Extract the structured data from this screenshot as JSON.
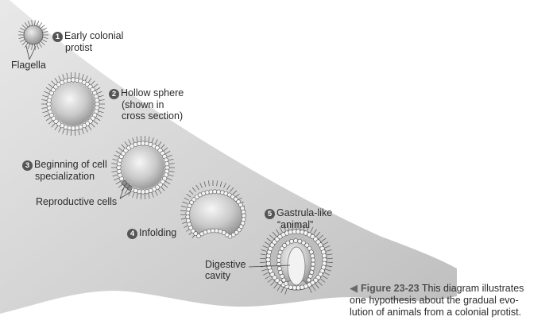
{
  "stages": [
    {
      "number": "1",
      "label_lines": [
        "Early colonial",
        "protist"
      ]
    },
    {
      "number": "2",
      "label_lines": [
        "Hollow sphere",
        "(shown in",
        "cross section)"
      ]
    },
    {
      "number": "3",
      "label_lines": [
        "Beginning of cell",
        "specialization"
      ]
    },
    {
      "number": "4",
      "label_lines": [
        "Infolding"
      ]
    },
    {
      "number": "5",
      "label_lines": [
        "Gastrula-like",
        "“animal”"
      ]
    }
  ],
  "labels": {
    "flagella": "Flagella",
    "reproductive_cells": "Reproductive cells",
    "digestive_cavity_lines": [
      "Digestive",
      "cavity"
    ]
  },
  "caption": {
    "figure_label": "Figure 23-23",
    "lines": [
      "This diagram illustrates",
      "one hypothesis about the gradual evo-",
      "lution of animals from a colonial protist."
    ]
  },
  "colors": {
    "background_shade": "#d3d3d3",
    "sphere_light": "#f4f4f4",
    "sphere_dark": "#8f8f8f",
    "cell_stroke": "#555555",
    "text": "#2b2b2b"
  }
}
